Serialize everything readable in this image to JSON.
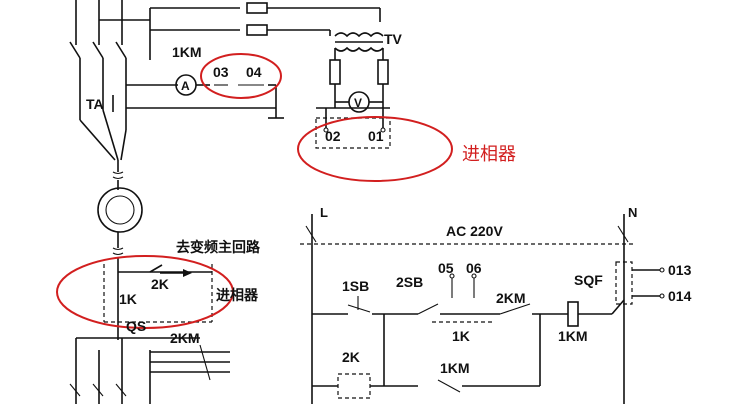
{
  "labels": {
    "km1_top": "1KM",
    "ammeter": "A",
    "c03": "03",
    "c04": "04",
    "tv": "TV",
    "voltmeter": "V",
    "ta": "TA",
    "c02": "02",
    "c01": "01",
    "phase_adv_top": "进相器",
    "L": "L",
    "N": "N",
    "ac": "AC  220V",
    "go_vfd": "去变频主回路",
    "k2_left": "2K",
    "k1_left": "1K",
    "phase_adv_left": "进相器",
    "qs": "QS",
    "km2_left": "2KM",
    "sb1": "1SB",
    "sb2": "2SB",
    "c05": "05",
    "c06": "06",
    "km2_ctrl": "2KM",
    "k1_ctrl": "1K",
    "coil_1km": "1KM",
    "sqf": "SQF",
    "c013": "013",
    "c014": "014",
    "k2_ctrl": "2K",
    "km1_ctrl": "1KM"
  },
  "colors": {
    "ink": "#111111",
    "annotation": "#d21f1f"
  }
}
